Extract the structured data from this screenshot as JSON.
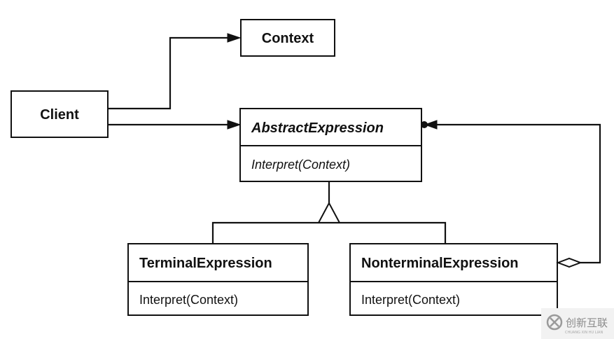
{
  "classes": {
    "context": {
      "name": "Context"
    },
    "client": {
      "name": "Client"
    },
    "abstract_expression": {
      "name": "AbstractExpression",
      "operation": "Interpret(Context)"
    },
    "terminal_expression": {
      "name": "TerminalExpression",
      "operation": "Interpret(Context)"
    },
    "nonterminal_expression": {
      "name": "NonterminalExpression",
      "operation": "Interpret(Context)"
    }
  },
  "watermark": {
    "text": "创新互联",
    "subtext": "CHUANG XIN HU LIAN"
  }
}
